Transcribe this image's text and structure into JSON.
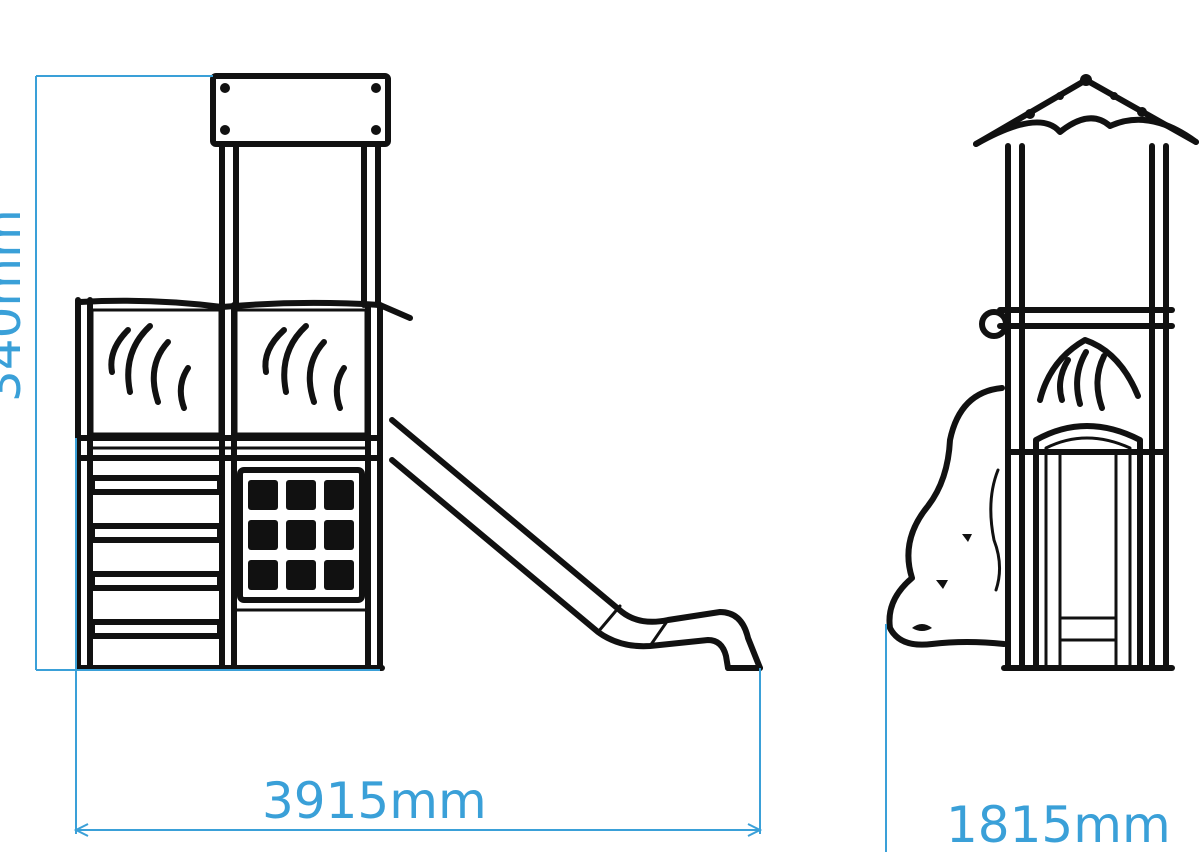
{
  "dimensions": {
    "front_width": "3915mm",
    "side_width": "1815mm",
    "height_partial": "340mm"
  },
  "colors": {
    "dimension": "#3aa0d8",
    "outline": "#111111",
    "background": "#ffffff"
  }
}
